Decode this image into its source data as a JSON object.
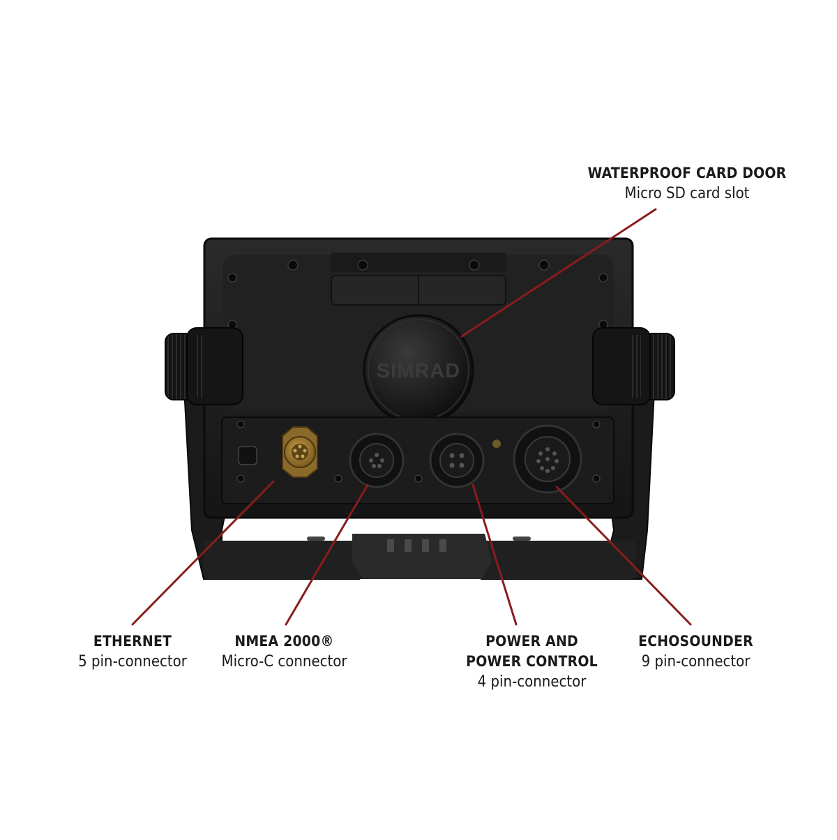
{
  "brand_logo": "SIMRAD",
  "accent_color": "#8a1c1c",
  "callouts": {
    "card_door": {
      "title": "WATERPROOF CARD DOOR",
      "subtitle": "Micro SD card slot"
    },
    "ethernet": {
      "title": "ETHERNET",
      "subtitle": "5 pin-connector"
    },
    "nmea": {
      "title": "NMEA 2000®",
      "subtitle": "Micro-C connector"
    },
    "power": {
      "title_line1": "POWER AND",
      "title_line2": "POWER CONTROL",
      "subtitle": "4 pin-connector"
    },
    "echosounder": {
      "title": "ECHOSOUNDER",
      "subtitle": "9 pin-connector"
    }
  }
}
